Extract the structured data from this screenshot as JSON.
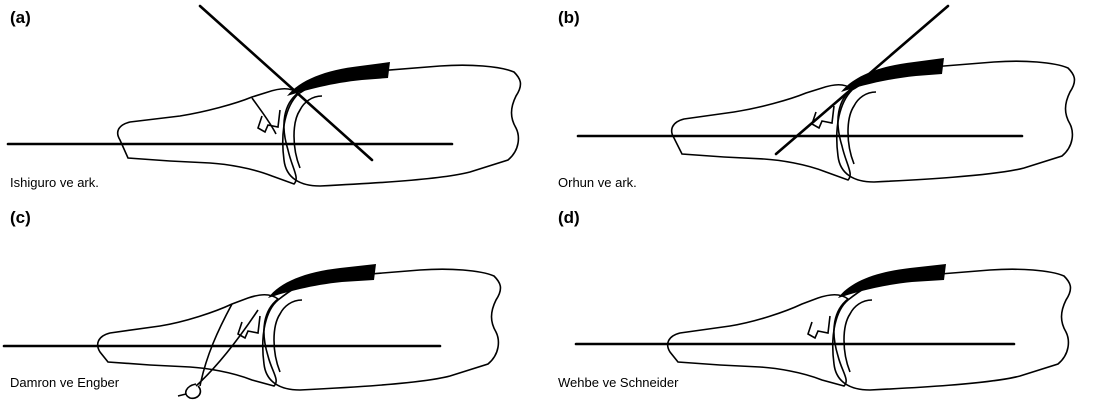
{
  "colors": {
    "ink": "#000000",
    "background": "#ffffff"
  },
  "panels": [
    {
      "label": "(a)",
      "caption": "Ishiguro ve ark."
    },
    {
      "label": "(b)",
      "caption": "Orhun ve ark."
    },
    {
      "label": "(c)",
      "caption": "Damron ve Engber"
    },
    {
      "label": "(d)",
      "caption": "Wehbe ve Schneider"
    }
  ]
}
